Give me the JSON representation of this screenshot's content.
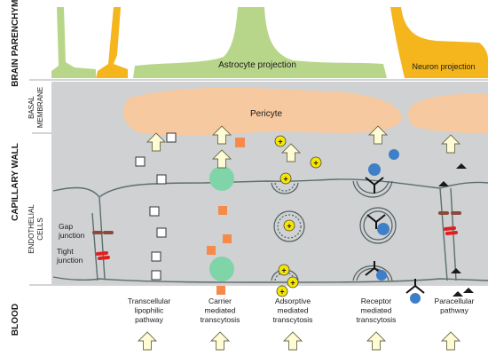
{
  "regions": {
    "brain": "BRAIN PARENCHYMA",
    "capillary": "CAPILLARY WALL",
    "blood": "BLOOD",
    "basal": [
      "BASAL",
      "MEMBRANE"
    ],
    "endothelial": [
      "ENDOTHELIAL",
      "CELLS"
    ]
  },
  "cells": {
    "astrocyte": "Astrocyte projection",
    "neuron": "Neuron projection",
    "pericyte": "Pericyte"
  },
  "junctions": {
    "gap": [
      "Gap",
      "junction"
    ],
    "tight": [
      "Tight",
      "junction"
    ]
  },
  "pathways": [
    {
      "lines": [
        "Transcellular",
        "lipophilic",
        "pathway"
      ]
    },
    {
      "lines": [
        "Carrier",
        "mediated",
        "transcytosis"
      ]
    },
    {
      "lines": [
        "Adsorptive",
        "mediated",
        "transcytosis"
      ]
    },
    {
      "lines": [
        "Receptor",
        "mediated",
        "transcytosis"
      ]
    },
    {
      "lines": [
        "Paracellular",
        "pathway"
      ]
    }
  ],
  "symbols": {
    "cation": "+"
  },
  "colors": {
    "capillary_bg": "#cfd1d3",
    "astrocyte": "#b8d68a",
    "neuron": "#f5b51c",
    "pericyte": "#f7c9a0",
    "carrier": "#7fd4a8",
    "orange_square": "#f58a4b",
    "cation": "#f7e600",
    "receptor_ligand": "#3f7fc8",
    "tight_junction": "#e0201f",
    "gap_junction": "#8a4a3a",
    "arrow_fill": "#fffbd5"
  }
}
